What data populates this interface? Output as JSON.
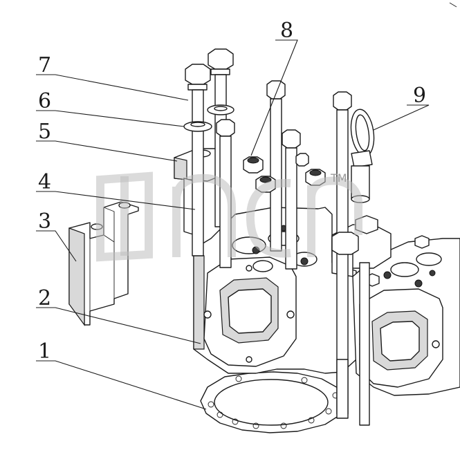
{
  "diagram": {
    "callouts": [
      {
        "id": "callout-1",
        "label": "1"
      },
      {
        "id": "callout-2",
        "label": "2"
      },
      {
        "id": "callout-3",
        "label": "3"
      },
      {
        "id": "callout-4",
        "label": "4"
      },
      {
        "id": "callout-5",
        "label": "5"
      },
      {
        "id": "callout-6",
        "label": "6"
      },
      {
        "id": "callout-7",
        "label": "7"
      },
      {
        "id": "callout-8",
        "label": "8"
      },
      {
        "id": "callout-9",
        "label": "9"
      }
    ],
    "watermark": {
      "trademark": "TM"
    },
    "colors": {
      "line": "#1a1a1a",
      "shade": "#d9d9d9",
      "watermark": "#bdbdbd"
    }
  }
}
